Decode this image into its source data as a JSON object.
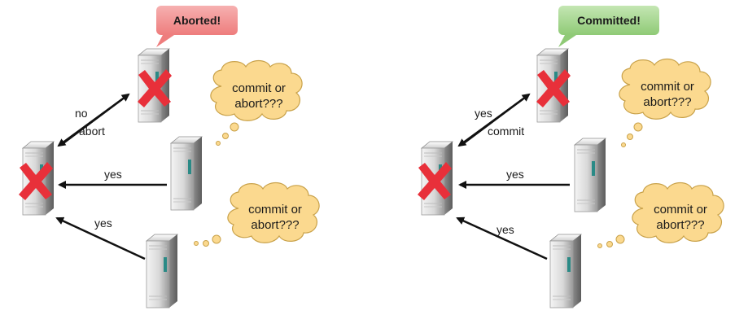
{
  "left_scenario": {
    "status": "Aborted!",
    "status_color": "#f28c8c",
    "arrow_labels": {
      "top_line1": "no",
      "top_line2": "abort",
      "middle": "yes",
      "bottom": "yes"
    },
    "cloud_top": {
      "line1": "commit or",
      "line2": "abort???"
    },
    "cloud_bottom": {
      "line1": "commit or",
      "line2": "abort???"
    }
  },
  "right_scenario": {
    "status": "Committed!",
    "status_color": "#9fd18b",
    "arrow_labels": {
      "top_line1": "yes",
      "top_line2": "commit",
      "middle": "yes",
      "bottom": "yes"
    },
    "cloud_top": {
      "line1": "commit or",
      "line2": "abort???"
    },
    "cloud_bottom": {
      "line1": "commit or",
      "line2": "abort???"
    }
  },
  "icons": {
    "server": "server-icon",
    "failed_marker": "red-x-icon",
    "thought_cloud": "thought-cloud-icon",
    "arrow": "arrow-icon"
  },
  "colors": {
    "cloud_fill": "#fbd98f",
    "cloud_stroke": "#c9a24a",
    "x_mark": "#e8303a",
    "arrow": "#111111",
    "server_accent": "#2a8a86"
  }
}
